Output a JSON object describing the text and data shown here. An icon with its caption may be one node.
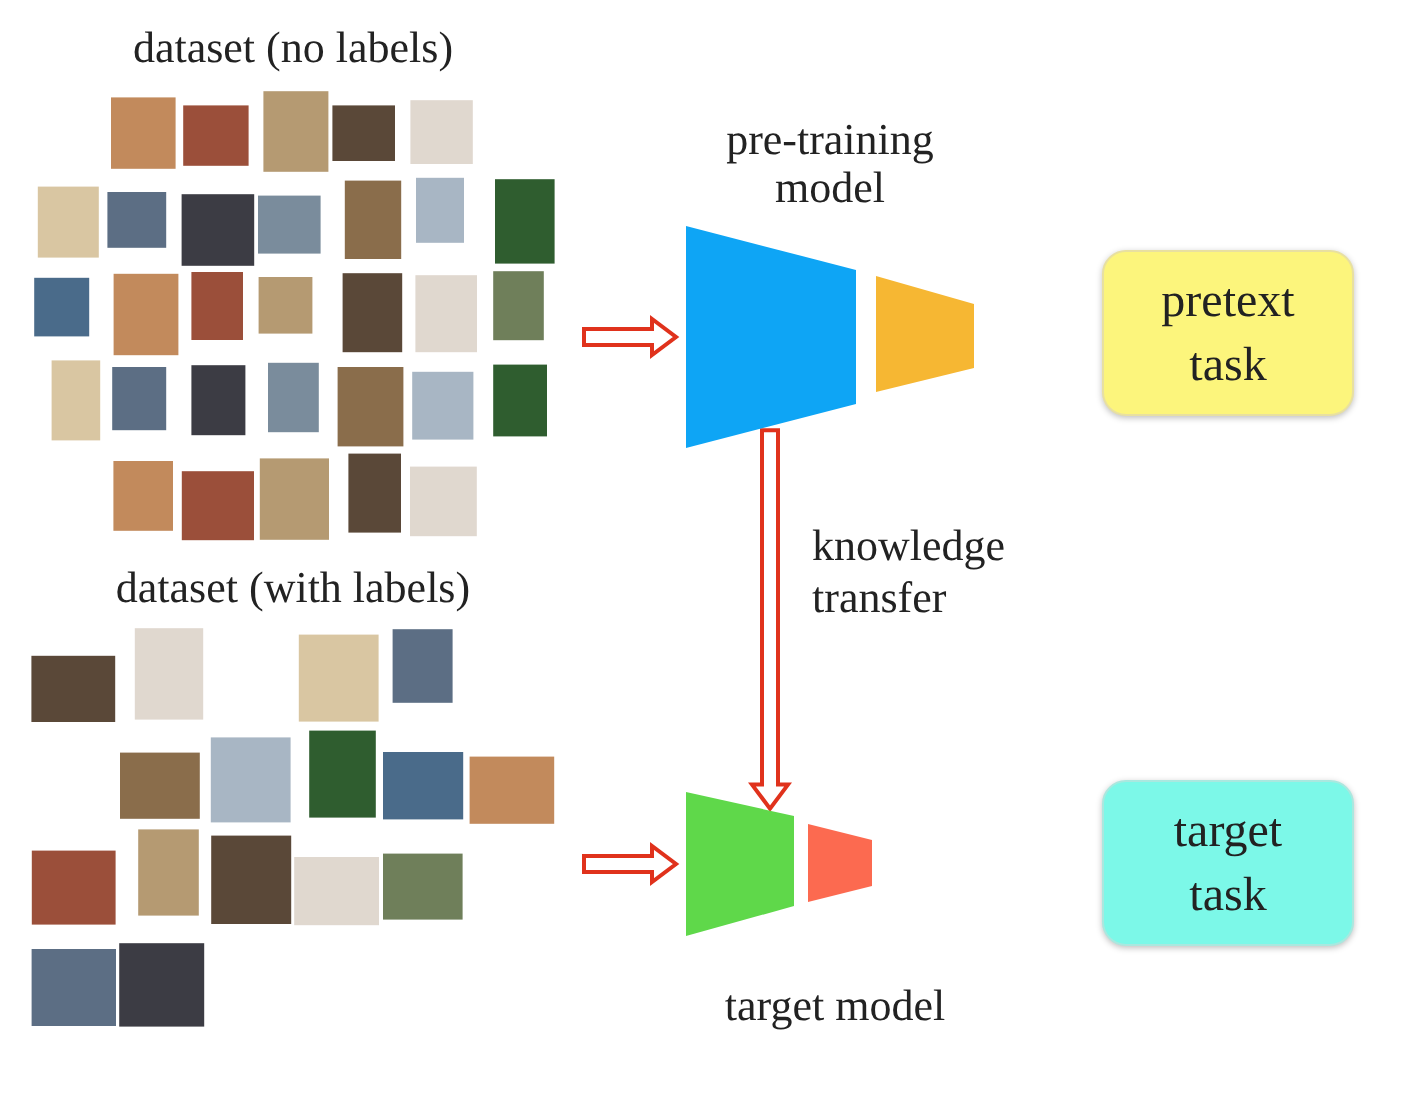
{
  "diagram": {
    "nodes": [
      {
        "text": [
          "dataset (no labels)"
        ]
      },
      {
        "text": [
          "pre-training model"
        ]
      },
      {
        "text": [],
        "shape": "trapezoid",
        "in": 1
      },
      {
        "text": [],
        "shape": "trapezoid",
        "in": 1
      },
      {
        "text": [
          "pretext task"
        ]
      },
      {
        "text": [
          "dataset (with labels)"
        ]
      },
      {
        "text": [
          "target model"
        ]
      },
      {
        "text": [],
        "shape": "trapezoid",
        "in": 6
      },
      {
        "text": [],
        "shape": "trapezoid",
        "in": 6
      },
      {
        "text": [
          "target task"
        ]
      }
    ],
    "edges": [
      {
        "from": 0,
        "to": 2,
        "arrow": "to"
      },
      {
        "from": 2,
        "to": 7,
        "arrow": "to",
        "label": "knowledge transfer"
      },
      {
        "from": 5,
        "to": 7,
        "arrow": "to"
      }
    ]
  }
}
